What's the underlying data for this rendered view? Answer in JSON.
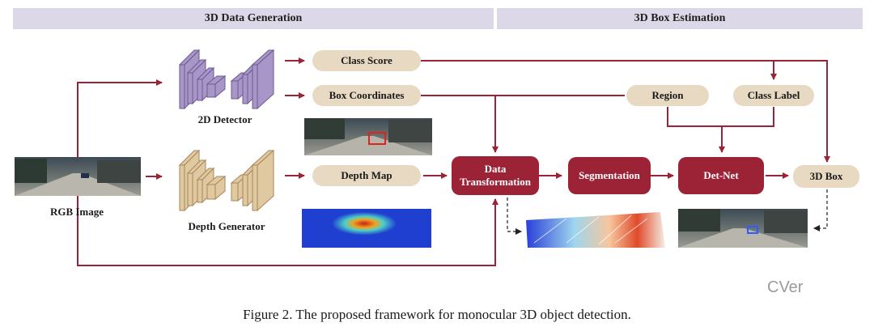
{
  "sections": {
    "left": "3D Data Generation",
    "right": "3D Box Estimation"
  },
  "nodes": {
    "rgb_image": "RGB  Image",
    "detector_2d": "2D Detector",
    "depth_generator": "Depth Generator",
    "class_score": "Class Score",
    "box_coordinates": "Box Coordinates",
    "depth_map": "Depth Map",
    "region": "Region",
    "class_label": "Class Label",
    "data_transformation_line1": "Data",
    "data_transformation_line2": "Transformation",
    "segmentation": "Segmentation",
    "det_net": "Det-Net",
    "box_3d": "3D Box"
  },
  "caption": "Figure 2. The proposed framework for monocular 3D object detection.",
  "watermark": "CVer",
  "colors": {
    "header_bg": "#dcd8e7",
    "pill_bg": "#e8d9c2",
    "dark_box": "#9b2335",
    "arrow": "#9b2335",
    "detector_purple": "#a996c8",
    "generator_tan": "#e0c9a0"
  }
}
